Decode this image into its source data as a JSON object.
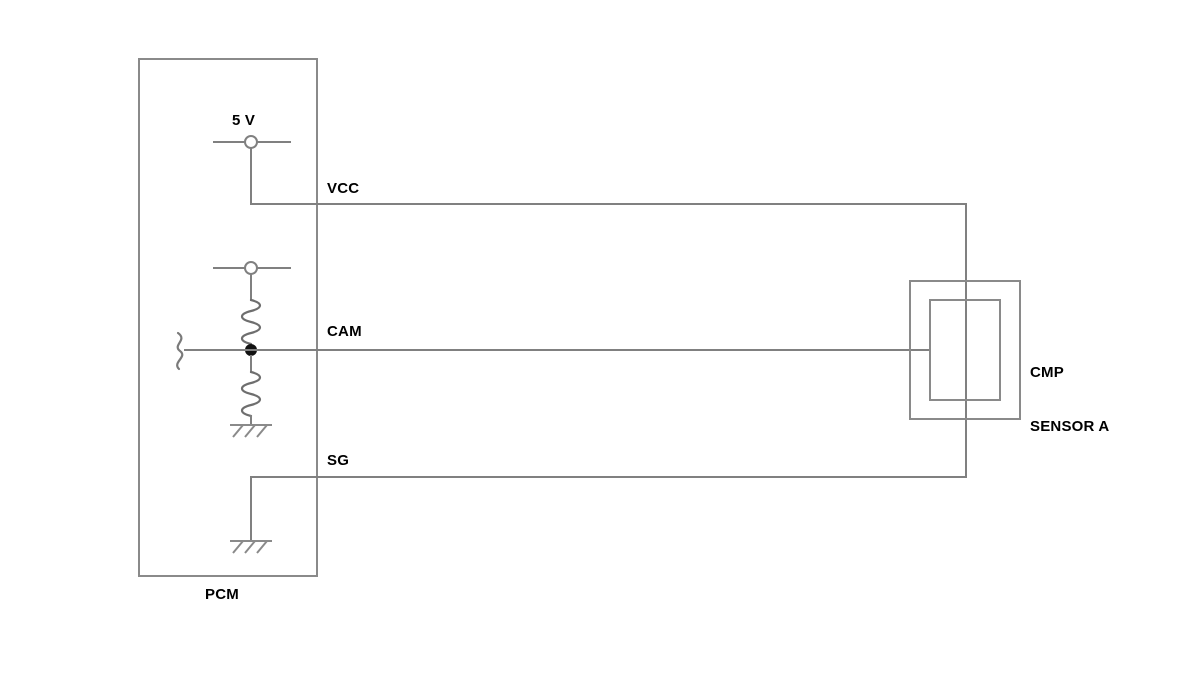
{
  "diagram": {
    "title": "CMP Sensor A wiring schematic",
    "type": "automotive-wiring-schematic",
    "colors": {
      "wire": "#808080",
      "box": "#8a8a8a",
      "text": "#000000",
      "junction": "#111111",
      "background": "#ffffff"
    },
    "modules": {
      "pcm": {
        "label": "PCM",
        "description": "Powertrain control module enclosure"
      },
      "sensor": {
        "label_line1": "CMP",
        "label_line2": "SENSOR A",
        "description": "Camshaft position sensor A, nested rectangle connector body"
      }
    },
    "supply": {
      "label": "5 V",
      "node_type": "open-terminal-circle"
    },
    "signals": [
      {
        "name": "VCC",
        "label": "VCC",
        "from": "PCM 5 V terminal",
        "to": "CMP Sensor A top pin"
      },
      {
        "name": "CAM",
        "label": "CAM",
        "from": "PCM pull-up / pull-down divider junction",
        "to": "CMP Sensor A left pin"
      },
      {
        "name": "SG",
        "label": "SG",
        "from": "CMP Sensor A bottom pin",
        "to": "PCM signal ground"
      }
    ],
    "components": [
      {
        "id": "r-pullup",
        "type": "resistor",
        "net": "CAM",
        "position": "upper"
      },
      {
        "id": "r-pulldown",
        "type": "resistor",
        "net": "CAM",
        "position": "lower"
      },
      {
        "id": "gnd-cam",
        "type": "ground-symbol",
        "net": "CAM pull-down"
      },
      {
        "id": "gnd-sg",
        "type": "ground-symbol",
        "net": "SG"
      },
      {
        "id": "junction-cam",
        "type": "junction-dot",
        "net": "CAM"
      },
      {
        "id": "break-cam",
        "type": "wire-break-squiggle",
        "net": "CAM"
      }
    ]
  }
}
